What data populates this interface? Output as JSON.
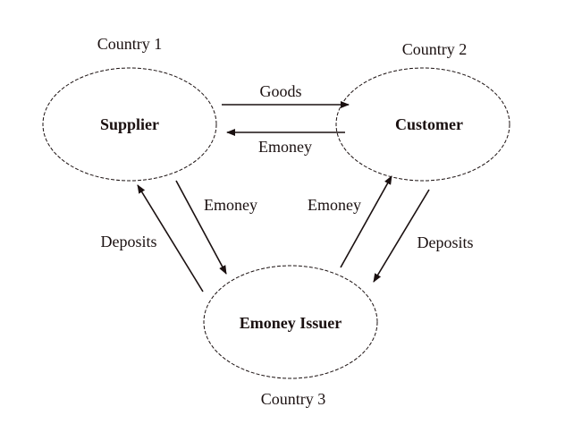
{
  "diagram": {
    "nodes": [
      {
        "id": "supplier",
        "label": "Supplier",
        "country": "Country 1"
      },
      {
        "id": "customer",
        "label": "Customer",
        "country": "Country 2"
      },
      {
        "id": "issuer",
        "label": "Emoney Issuer",
        "country": "Country 3"
      }
    ],
    "edges": [
      {
        "from": "supplier",
        "to": "customer",
        "label": "Goods"
      },
      {
        "from": "customer",
        "to": "supplier",
        "label": "Emoney"
      },
      {
        "from": "supplier",
        "to": "issuer",
        "label": "Emoney"
      },
      {
        "from": "issuer",
        "to": "supplier",
        "label": "Deposits"
      },
      {
        "from": "issuer",
        "to": "customer",
        "label": "Emoney"
      },
      {
        "from": "customer",
        "to": "issuer",
        "label": "Deposits"
      }
    ]
  },
  "colors": {
    "ink": "#1a1010",
    "background": "#ffffff"
  }
}
